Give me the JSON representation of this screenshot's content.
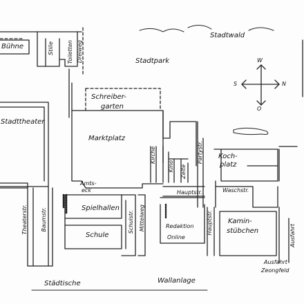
{
  "map": {
    "labels": {
      "buehne": "Bühne",
      "stille": "Stille",
      "toiletten": "Toiletten",
      "dreiweg": "Dreiweg",
      "stadtwald": "Stadtwald",
      "stadtpark": "Stadtpark",
      "schreibergarten_1": "Schreiber-",
      "schreibergarten_2": "garten",
      "stadttheater": "Stadttheater",
      "marktplatz": "Marktplatz",
      "kirche": "Kirche",
      "kino": "Kino",
      "zelte": "Zelte",
      "partystr": "Partystr.",
      "kochplatz_1": "Koch-",
      "kochplatz_2": "platz",
      "waschstr": "Waschstr.",
      "hauptstr_1": "Hauptstr.",
      "amtseck_1": "Amts-",
      "amtseck_2": "eck",
      "theaterstr": "Theaterstr.",
      "baumstr": "Baumstr.",
      "spielhallen": "Spielhallen",
      "schule": "Schule",
      "schulstr": "Schulstr.",
      "mittelweg": "Mittelweg",
      "redaktion_1": "Redaktion",
      "redaktion_2": "Online",
      "hauptstr_2": "Hauptstr.",
      "kaminstuebchen_1": "Kamin-",
      "kaminstuebchen_2": "stübchen",
      "ausfahrt": "Ausfahrt",
      "ausfahrt_zeng_1": "Ausfahrt",
      "ausfahrt_zeng_2": "Zeongfeld",
      "staedtische": "Städtische",
      "wallanlage": "Wallanlage"
    },
    "compass": {
      "n": "N",
      "s": "S",
      "w": "W",
      "o": "O"
    }
  }
}
